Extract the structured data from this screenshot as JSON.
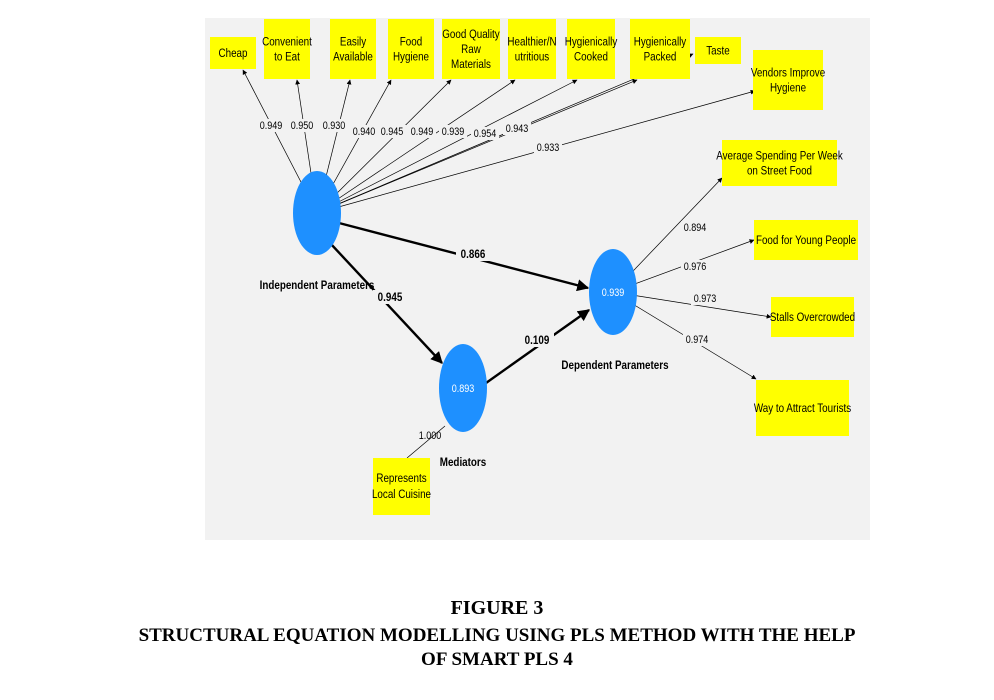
{
  "diagram": {
    "background": "#f2f2f2",
    "node_color": "#1e90ff",
    "indicator_color": "#ffff00",
    "constructs": [
      {
        "id": "ind",
        "name": "Independent Parameters",
        "value": ""
      },
      {
        "id": "med",
        "name": "Mediators",
        "value": "0.893"
      },
      {
        "id": "dep",
        "name": "Dependent Parameters",
        "value": "0.939"
      }
    ],
    "independent_indicators": [
      {
        "lines": [
          "Cheap"
        ],
        "loading": "0.949"
      },
      {
        "lines": [
          "Convenient",
          "to Eat"
        ],
        "loading": "0.950"
      },
      {
        "lines": [
          "Easily",
          "Available"
        ],
        "loading": "0.930"
      },
      {
        "lines": [
          "Food",
          "Hygiene"
        ],
        "loading": "0.940"
      },
      {
        "lines": [
          "Good Quality",
          "Raw",
          "Materials"
        ],
        "loading": "0.945"
      },
      {
        "lines": [
          "Healthier/N",
          "utritious"
        ],
        "loading": "0.949"
      },
      {
        "lines": [
          "Hygienically",
          "Cooked"
        ],
        "loading": "0.939"
      },
      {
        "lines": [
          "Hygienically",
          "Packed"
        ],
        "loading": "0.954"
      },
      {
        "lines": [
          "Taste"
        ],
        "loading": "0.943"
      },
      {
        "lines": [
          "Vendors Improve",
          "Hygiene"
        ],
        "loading": "0.933"
      }
    ],
    "dependent_indicators": [
      {
        "lines": [
          "Average Spending Per Week",
          "on Street Food"
        ],
        "loading": "0.894"
      },
      {
        "lines": [
          "Food for Young People"
        ],
        "loading": "0.976"
      },
      {
        "lines": [
          "Stalls Overcrowded"
        ],
        "loading": "0.973"
      },
      {
        "lines": [
          "Way to Attract Tourists"
        ],
        "loading": "0.974"
      }
    ],
    "mediator_indicators": [
      {
        "lines": [
          "Represents",
          "Local Cuisine"
        ],
        "loading": "1.000"
      }
    ],
    "paths": [
      {
        "from": "Independent Parameters",
        "to": "Dependent Parameters",
        "coefficient": "0.866"
      },
      {
        "from": "Independent Parameters",
        "to": "Mediators",
        "coefficient": "0.945"
      },
      {
        "from": "Mediators",
        "to": "Dependent Parameters",
        "coefficient": "0.109"
      }
    ]
  },
  "caption": {
    "figure": "FIGURE 3",
    "line1": "STRUCTURAL EQUATION MODELLING USING PLS METHOD WITH THE HELP",
    "line2": "OF SMART PLS 4"
  }
}
